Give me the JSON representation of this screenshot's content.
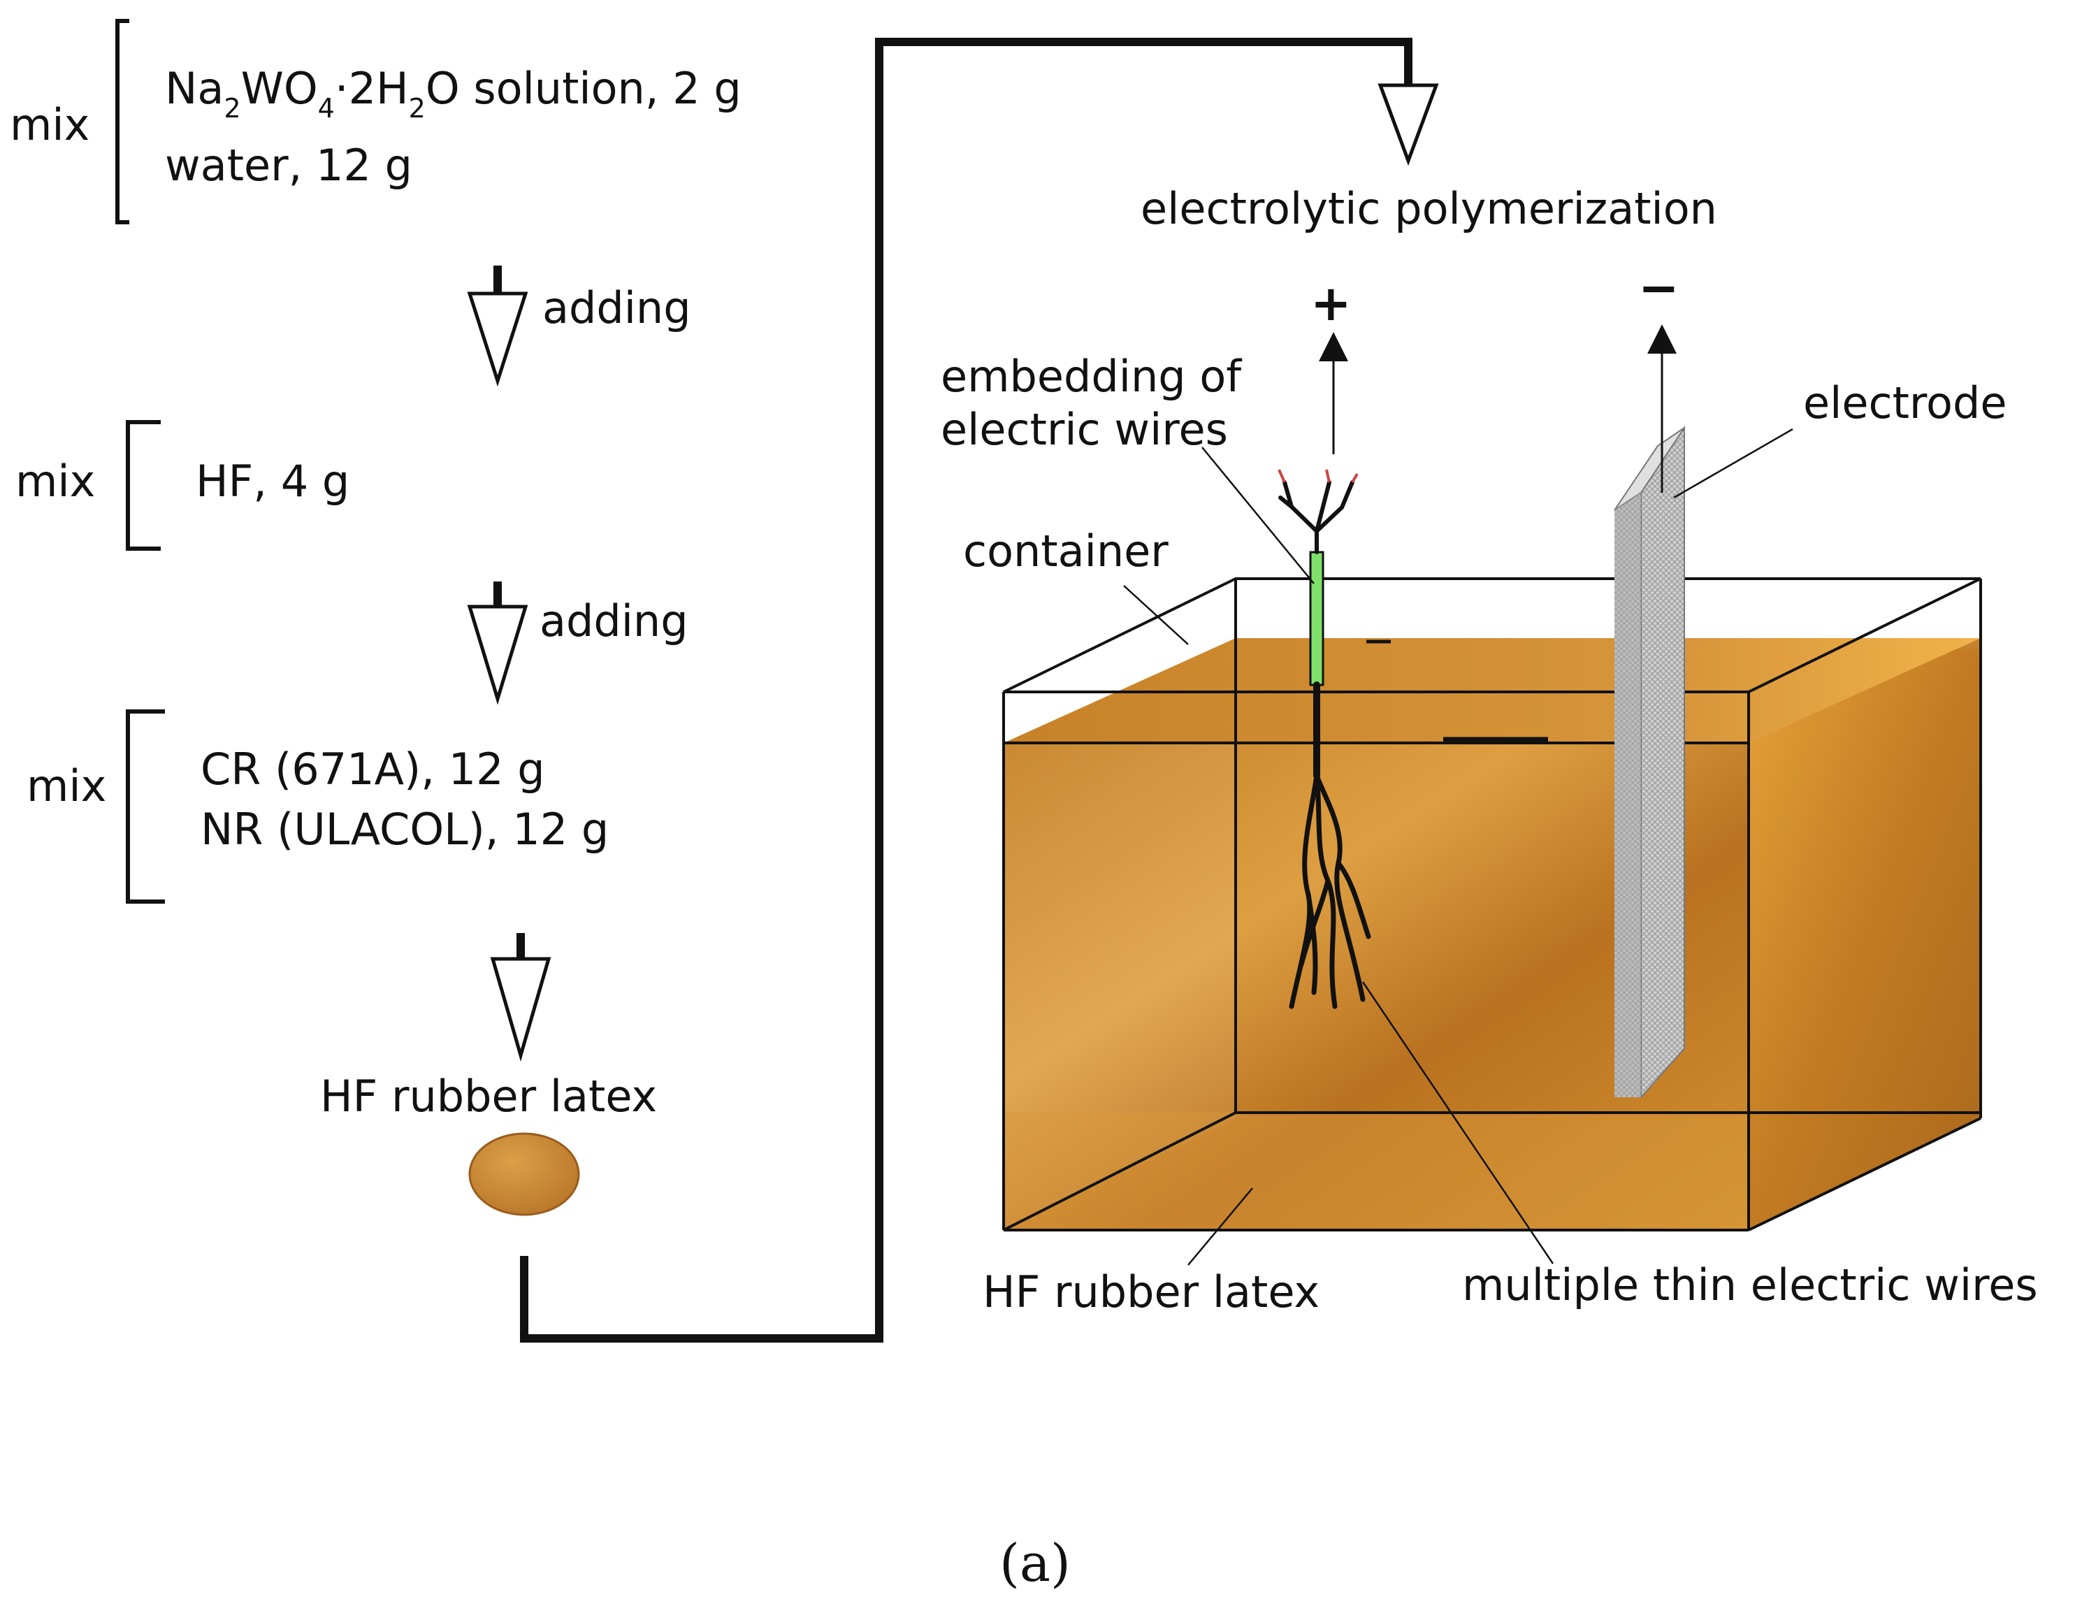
{
  "process": {
    "step1": {
      "mix_label": "mix",
      "formula": {
        "a": "Na",
        "a_sub": "2",
        "b": "WO",
        "b_sub": "4",
        "c": "·2H",
        "c_sub": "2",
        "d": "O solution, 2 g"
      },
      "line2": "water, 12 g"
    },
    "arrow1_label": "adding",
    "step2": {
      "mix_label": "mix",
      "line1": "HF, 4 g"
    },
    "arrow2_label": "adding",
    "step3": {
      "mix_label": "mix",
      "line1": "CR (671A), 12 g",
      "line2": "NR (ULACOL), 12 g"
    },
    "product_label": "HF rubber latex",
    "product_color": "#c98a2e"
  },
  "apparatus": {
    "title": "electrolytic polymerization",
    "anode_sign": "+",
    "cathode_sign": "−",
    "labels": {
      "embedding_line1": "embedding of",
      "embedding_line2": "electric wires",
      "electrode": "electrode",
      "container": "container",
      "latex": "HF rubber latex",
      "wires": "multiple thin electric wires"
    },
    "colors": {
      "latex": "#d08a2c",
      "latex_dark": "#a8661a",
      "latex_light": "#e6a23e",
      "sleeve": "#7fe06a",
      "electrode": "#c9c9c9"
    }
  },
  "caption": "(a)"
}
